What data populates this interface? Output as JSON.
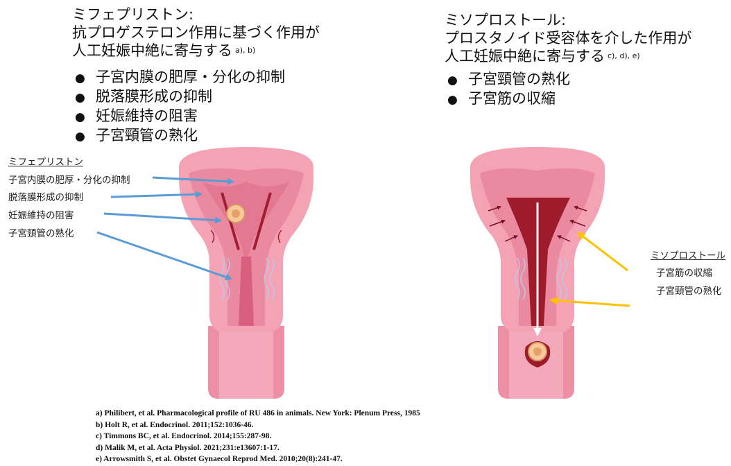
{
  "left_header": {
    "title": "ミフェプリストン:",
    "line1": "抗プロゲステロン作用に基づく作用が",
    "line2": "人工妊娠中絶に寄与する",
    "refs": "a), b)",
    "bullets": [
      "子宮内膜の肥厚・分化の抑制",
      "脱落膜形成の抑制",
      "妊娠維持の阻害",
      "子宮頸管の熟化"
    ]
  },
  "right_header": {
    "title": "ミソプロストール:",
    "line1": "プロスタノイド受容体を介した作用が",
    "line2": "人工妊娠中絶に寄与する",
    "refs": "c), d), e)",
    "bullets": [
      "子宮頸管の熟化",
      "子宮筋の収縮"
    ]
  },
  "left_labels": {
    "title": "ミフェプリストン",
    "items": [
      "子宮内膜の肥厚・分化の抑制",
      "脱落膜形成の抑制",
      "妊娠維持の阻害",
      "子宮頸管の熟化"
    ]
  },
  "right_labels": {
    "title": "ミソプロストール",
    "items": [
      "子宮筋の収縮",
      "子宮頸管の熟化"
    ]
  },
  "references": [
    "a) Philibert, et al. Pharmacological profile of RU 486 in animals. New York: Plenum Press, 1985",
    "b) Holt R, et al. Endocrinol. 2011;152:1036-46.",
    "c) Timmons BC, et al. Endocrinol. 2014;155:287-98.",
    "d) Malik M, et al. Acta Physiol. 2021;231:e13607:1-17.",
    "e) Arrowsmith S, et al. Obstet Gynaecol Reprod Med. 2010;20(8):241-47."
  ],
  "colors": {
    "left_arrow": "#5b9bd5",
    "right_arrow": "#ffc000",
    "uterus_outer": "#f4a3b4",
    "uterus_inner": "#e98aa0",
    "cavity": "#9e1b2b"
  }
}
